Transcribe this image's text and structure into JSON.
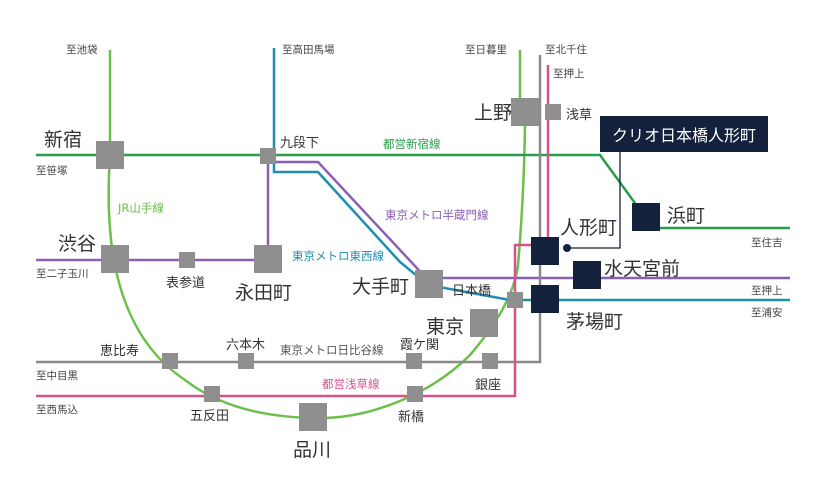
{
  "callout": {
    "property_name": "クリオ日本橋人形町"
  },
  "colors": {
    "jr_yamanote": "#6cc04a",
    "toei_shinjuku": "#2a9d4a",
    "hanzomon": "#8a5fb5",
    "tozai": "#1e8fb0",
    "hibiya": "#8a8a8a",
    "toei_asakusa": "#d6518d",
    "highlight_station": "#14213d",
    "station": "#8f8f8f"
  },
  "lines": {
    "yamanote": "JR山手線",
    "toei_shinjuku": "都営新宿線",
    "hanzomon": "東京メトロ半蔵門線",
    "tozai": "東京メトロ東西線",
    "hibiya": "東京メトロ日比谷線",
    "toei_asakusa": "都営浅草線"
  },
  "stations": {
    "shinjuku": "新宿",
    "shibuya": "渋谷",
    "omotesando": "表参道",
    "nagatacho": "永田町",
    "kudanshita": "九段下",
    "otemachi": "大手町",
    "tokyo": "東京",
    "nihonbashi": "日本橋",
    "ueno": "上野",
    "asakusa": "浅草",
    "ningyocho": "人形町",
    "hamacho": "浜町",
    "suitengumae": "水天宮前",
    "kayabacho": "茅場町",
    "ebisu": "恵比寿",
    "roppongi": "六本木",
    "kasumigaseki": "霞ケ関",
    "ginza": "銀座",
    "gotanda": "五反田",
    "shinbashi": "新橋",
    "shinagawa": "品川"
  },
  "destinations": {
    "ikebukuro": "至池袋",
    "takadanobaba": "至高田馬場",
    "nippori": "至日暮里",
    "kitasenju": "至北千住",
    "oshiage_top": "至押上",
    "sasazuka": "至笹塚",
    "futakotamagawa": "至二子玉川",
    "naka_meguro": "至中目黒",
    "nishi_magome": "至西馬込",
    "sumiyoshi": "至住吉",
    "oshiage_right": "至押上",
    "urayasu": "至浦安"
  }
}
